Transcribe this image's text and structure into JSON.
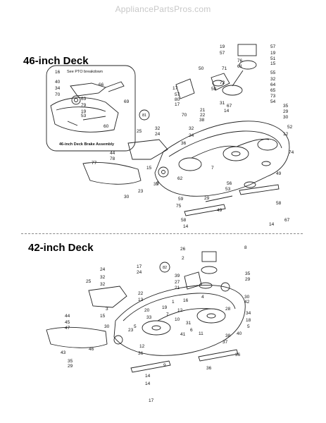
{
  "watermark": "AppliancePartsPros.com",
  "deck46": {
    "title": "46-inch Deck",
    "inset_caption": "46-inch Deck Brake Assembly",
    "inset_note": "See PTO breakdown",
    "inset_labels": [
      "16",
      "40",
      "34",
      "70",
      "63",
      "79",
      "19",
      "53",
      "66",
      "60",
      "69"
    ],
    "callout": "81",
    "part_labels": [
      "19",
      "57",
      "57",
      "76",
      "19",
      "51",
      "15",
      "61",
      "55",
      "32",
      "64",
      "65",
      "73",
      "54",
      "35",
      "29",
      "30",
      "52",
      "12",
      "74",
      "49",
      "58",
      "67",
      "14",
      "14",
      "71",
      "72",
      "50",
      "17",
      "50",
      "57",
      "80",
      "17",
      "70",
      "21",
      "22",
      "38",
      "31",
      "32",
      "24",
      "32",
      "24",
      "36",
      "25",
      "44",
      "78",
      "77",
      "15",
      "9",
      "62",
      "35",
      "23",
      "30",
      "29",
      "53",
      "56",
      "59",
      "75",
      "49",
      "58",
      "67",
      "14",
      "7",
      "15",
      "62"
    ]
  },
  "deck42": {
    "title": "42-inch Deck",
    "callout": "82",
    "part_labels": [
      "26",
      "8",
      "2",
      "35",
      "29",
      "30",
      "42",
      "34",
      "18",
      "5",
      "36",
      "9",
      "36",
      "14",
      "17",
      "24",
      "17",
      "32",
      "24",
      "32",
      "25",
      "39",
      "27",
      "21",
      "22",
      "13",
      "20",
      "1",
      "4",
      "19",
      "10",
      "41",
      "33",
      "44",
      "45",
      "47",
      "15",
      "30",
      "43",
      "46",
      "35",
      "29",
      "12",
      "36",
      "14",
      "31",
      "37",
      "38",
      "40",
      "12",
      "5",
      "6",
      "11",
      "23",
      "3",
      "28",
      "16",
      "7"
    ]
  }
}
